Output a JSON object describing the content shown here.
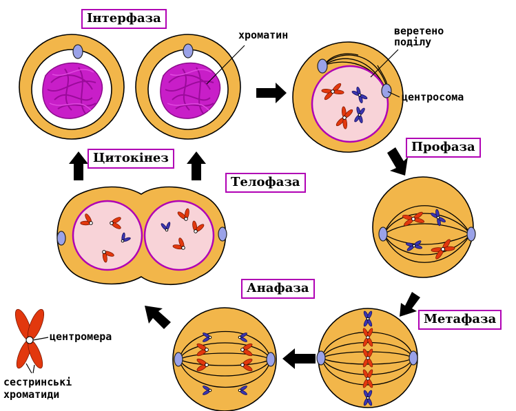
{
  "labels": {
    "interphase": "Інтерфаза",
    "cytokinesis": "Цитокінез",
    "telophase": "Телофаза",
    "prophase": "Профаза",
    "metaphase": "Метафаза",
    "anaphase": "Анафаза",
    "chromatin": "хроматин",
    "spindle_line1": "веретено",
    "spindle_line2": "поділу",
    "centrosome": "центросома",
    "centromere": "центромера",
    "sister_line1": "сестринські",
    "sister_line2": "хроматиди"
  },
  "colors": {
    "label_border": "#b000b4",
    "cytoplasm": "#f2b64a",
    "nucleus": "#f8d3d8",
    "chromatin": "#c81ec8",
    "chromosome_red": "#e2380e",
    "chromosome_blue": "#3b36b0",
    "centrosome": "#9aa2e8"
  }
}
